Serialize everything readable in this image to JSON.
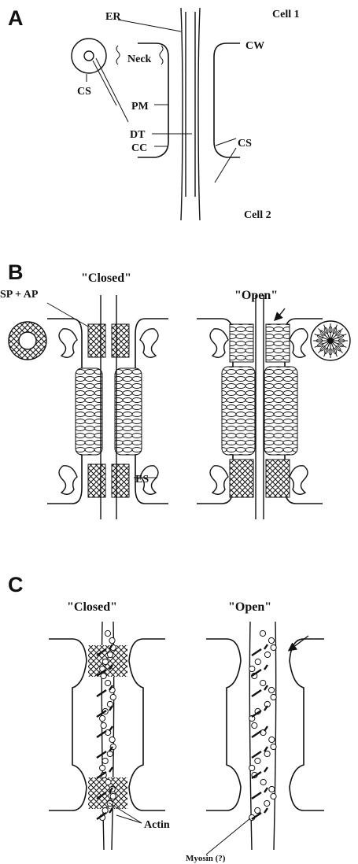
{
  "panels": {
    "a": {
      "letter": "A",
      "labels": {
        "er": "ER",
        "cell1": "Cell 1",
        "neck": "Neck",
        "cw": "CW",
        "cs_left": "CS",
        "pm": "PM",
        "dt": "DT",
        "cs_right": "CS",
        "cc": "CC",
        "cell2": "Cell 2"
      }
    },
    "b": {
      "letter": "B",
      "closed_title": "\"Closed\"",
      "open_title": "\"Open\"",
      "labels": {
        "sp_ap": "SP + AP",
        "es": "ES"
      }
    },
    "c": {
      "letter": "C",
      "closed_title": "\"Closed\"",
      "open_title": "\"Open\"",
      "labels": {
        "actin": "Actin",
        "myosin": "Myosin (?)"
      }
    }
  }
}
